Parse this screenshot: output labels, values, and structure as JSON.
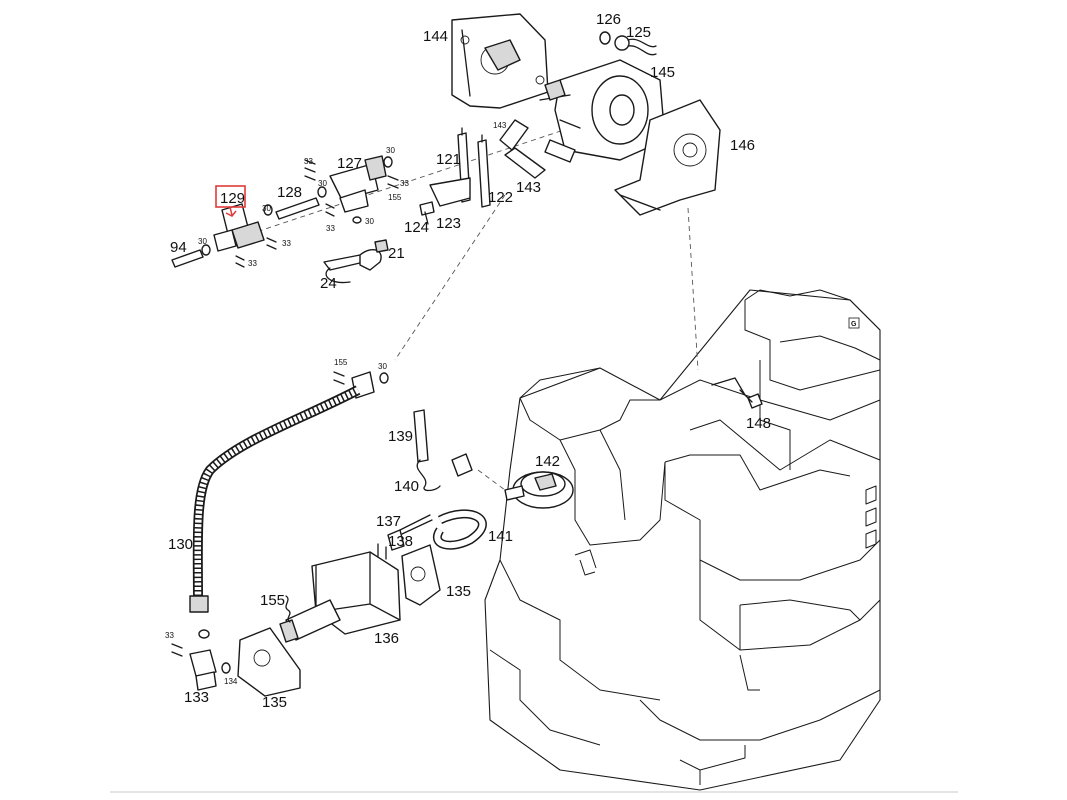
{
  "labels": {
    "l144": "144",
    "l126": "126",
    "l125": "125",
    "l145": "145",
    "l146": "146",
    "l143a": "143",
    "l143b": "143",
    "l121": "121",
    "l122": "122",
    "l123": "123",
    "l124": "124",
    "l127": "127",
    "l128": "128",
    "l129": "129",
    "l94": "94",
    "l24": "24",
    "l21": "21",
    "l155a": "155",
    "l155b": "155",
    "l155c": "155",
    "l30a": "30",
    "l30b": "30",
    "l30c": "30",
    "l30d": "30",
    "l30e": "30",
    "l30f": "30",
    "l33a": "33",
    "l33b": "33",
    "l33c": "33",
    "l33d": "33",
    "l33e": "33",
    "l33f": "33",
    "l130": "130",
    "l139": "139",
    "l140": "140",
    "l142": "142",
    "l137": "137",
    "l138": "138",
    "l141": "141",
    "l136": "136",
    "l135a": "135",
    "l135b": "135",
    "l133": "133",
    "l134": "134",
    "l148": "148",
    "lG": "G"
  },
  "highlight": {
    "target": "129",
    "color": "#e23a3a"
  },
  "icons": [
    "highlight-box",
    "pointer-arrow"
  ]
}
